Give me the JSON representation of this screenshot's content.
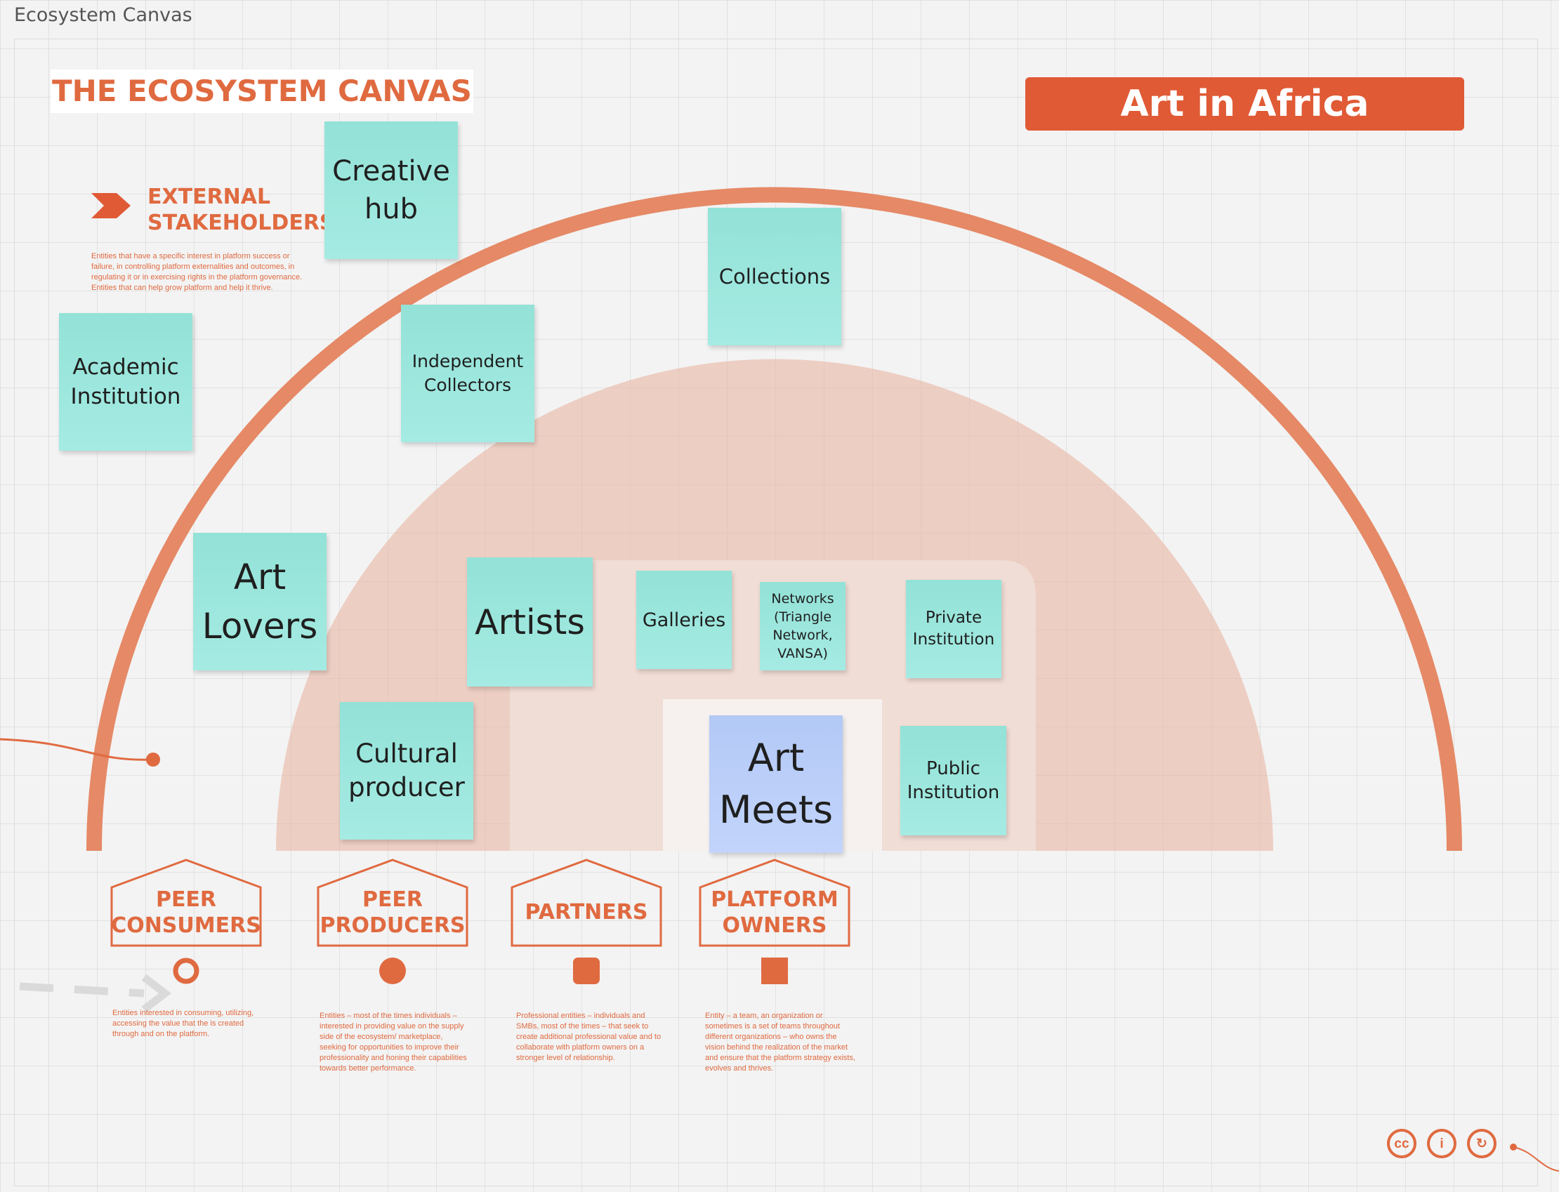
{
  "window": {
    "title": "Ecosystem Canvas"
  },
  "canvas": {
    "title": "THE ECOSYSTEM CANVAS",
    "project": "Art in Africa",
    "accent_color": "#e06a40",
    "banner_color": "#e05a35",
    "sticky_color": "#9ee6dc",
    "highlight_sticky_color": "#bcd0f9"
  },
  "external": {
    "heading_line1": "EXTERNAL",
    "heading_line2": "STAKEHOLDERS",
    "description": "Entities that have a specific interest in platform success or failure, in controlling platform externalities and outcomes, in regulating it or in exercising rights in the platform governance. Entities that can help grow platform and help it thrive."
  },
  "stickies": {
    "creative_hub": "Creative hub",
    "collections": "Collections",
    "academic_institution": "Academic Institution",
    "independent_collectors": "Independent Collectors",
    "art_lovers": "Art Lovers",
    "artists": "Artists",
    "galleries": "Galleries",
    "networks": "Networks (Triangle Network, VANSA)",
    "private_institution": "Private Institution",
    "cultural_producer": "Cultural producer",
    "art_meets": "Art Meets",
    "public_institution": "Public Institution"
  },
  "groups": [
    {
      "line1": "PEER",
      "line2": "CONSUMERS",
      "marker": "ring-icon",
      "description": "Entities interested in consuming, utilizing, accessing the value that the is created through and on the platform."
    },
    {
      "line1": "PEER",
      "line2": "PRODUCERS",
      "marker": "filled-circle-icon",
      "description": "Entities – most of the times individuals – interested in providing value on the supply side of the ecosystem/ marketplace, seeking for opportunities to improve their professionality and honing their capabilities towards better performance."
    },
    {
      "line1": "PARTNERS",
      "line2": "",
      "marker": "rounded-square-icon",
      "description": "Professional entities – individuals and SMBs, most of the times – that seek to create additional professional value and to collaborate with platform owners on a stronger level of relationship."
    },
    {
      "line1": "PLATFORM",
      "line2": "OWNERS",
      "marker": "square-icon",
      "description": "Entity – a team, an organization or sometimes is a set of teams throughout different organizations – who owns the vision behind the realization of the market and ensure that the platform strategy exists, evolves and thrives."
    }
  ],
  "license": {
    "cc": "cc",
    "by": "i",
    "sa": "↻"
  }
}
